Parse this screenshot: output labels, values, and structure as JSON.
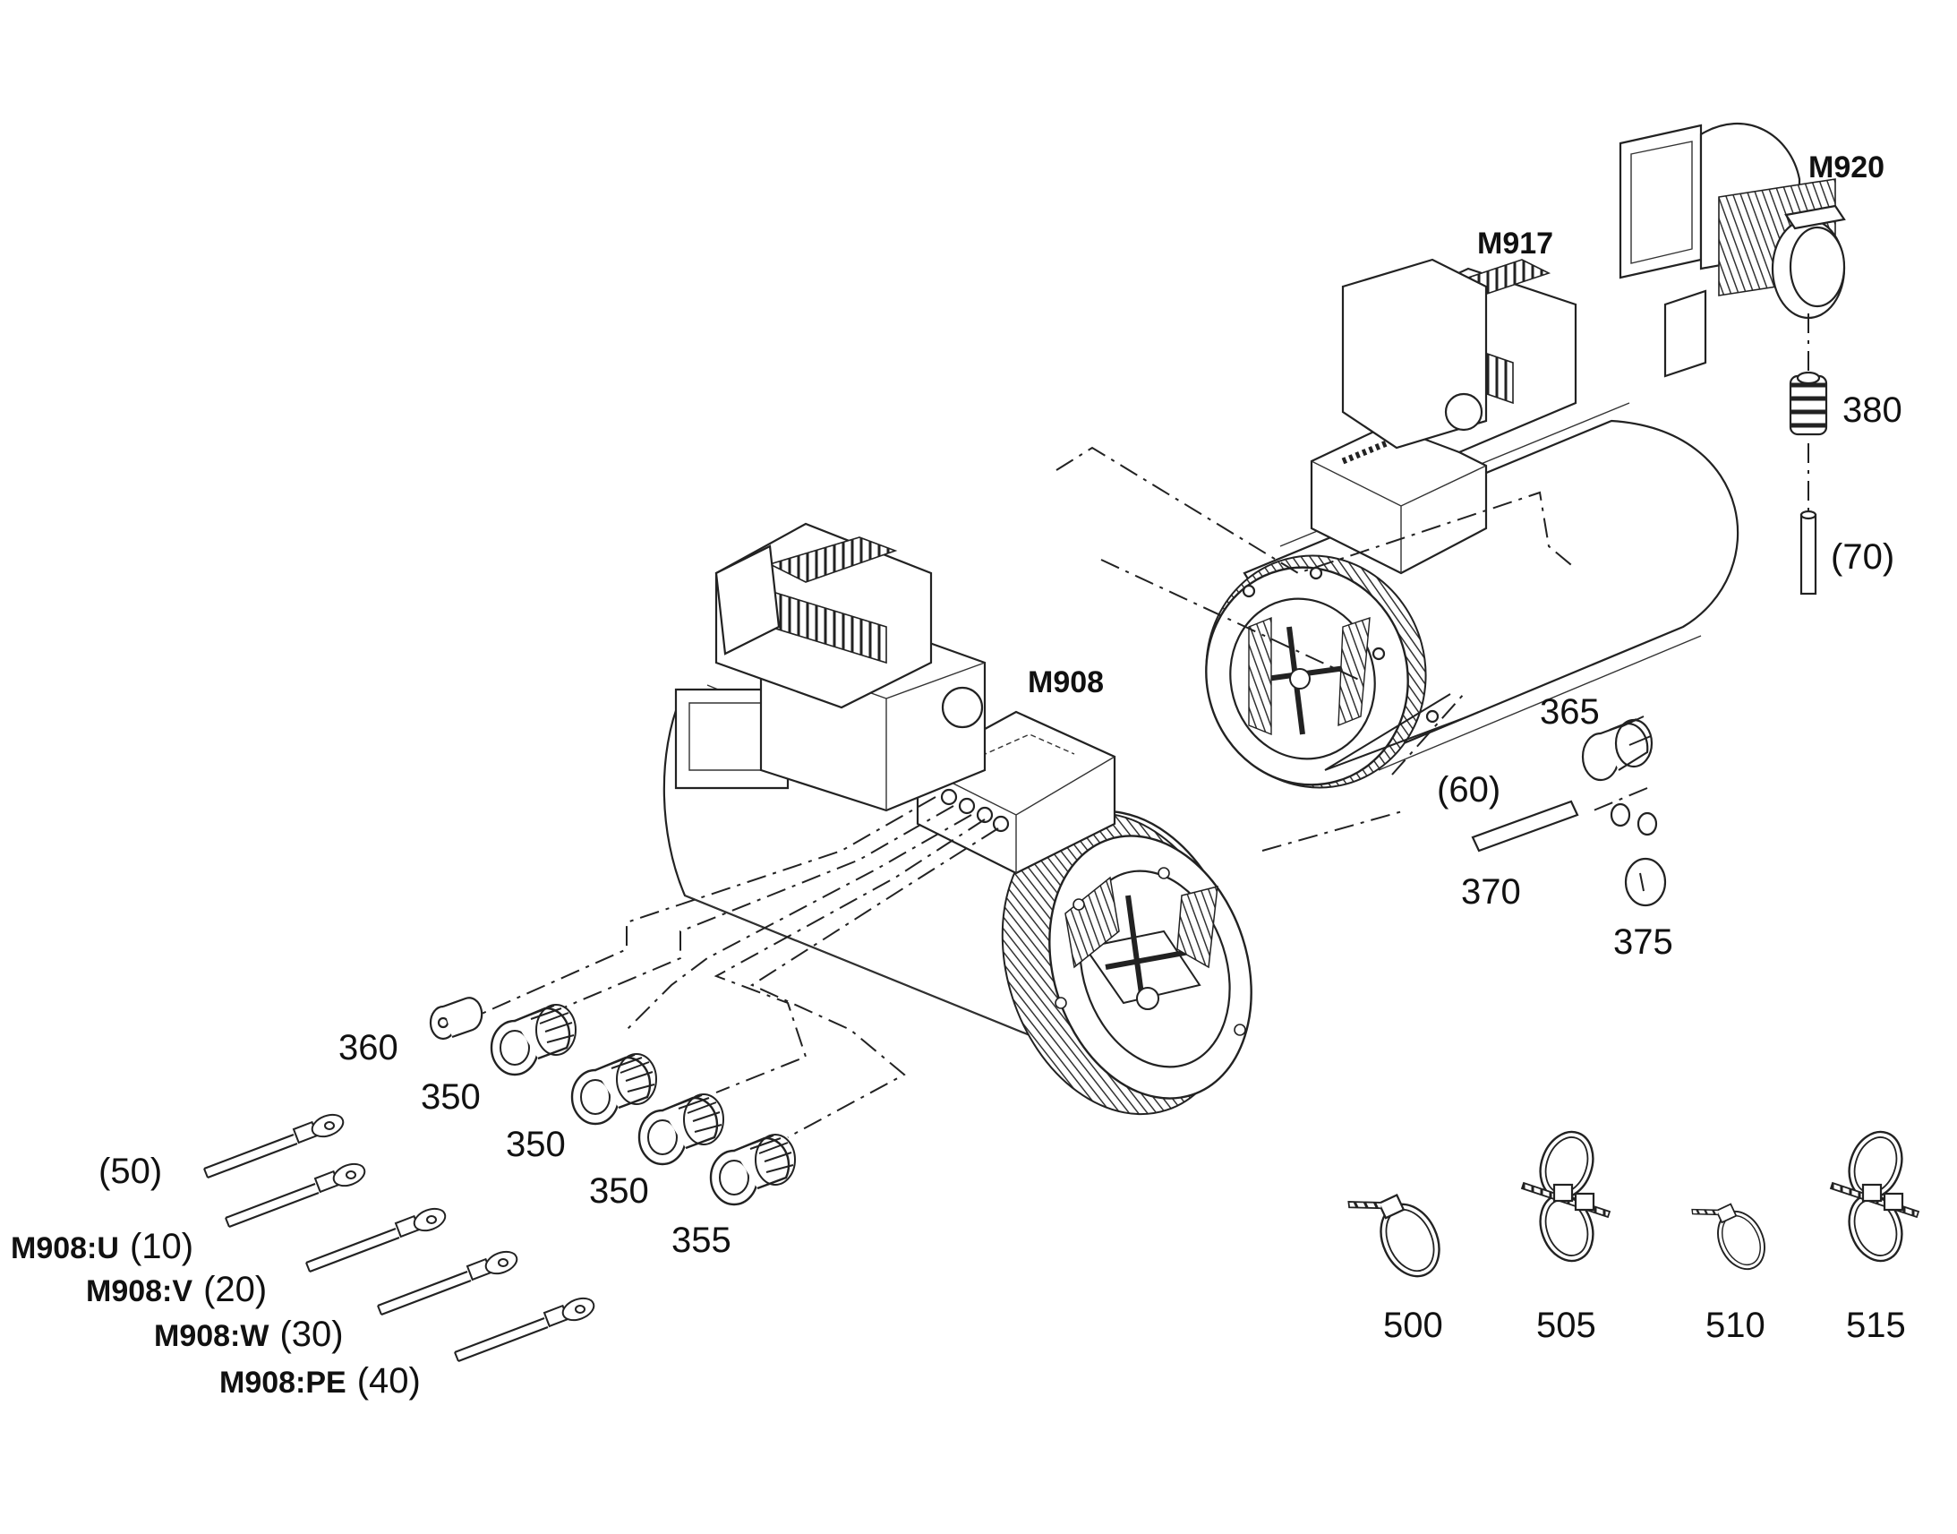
{
  "units": {
    "m908": "M908",
    "m917": "M917",
    "m920": "M920"
  },
  "callouts": {
    "p60": "(60)",
    "p70": "(70)",
    "p50": "(50)",
    "p350a": "350",
    "p350b": "350",
    "p350c": "350",
    "p355": "355",
    "p360": "360",
    "p365": "365",
    "p370": "370",
    "p375": "375",
    "p380": "380",
    "p500": "500",
    "p505": "505",
    "p510": "510",
    "p515": "515"
  },
  "cables": [
    {
      "tag": "M908:U",
      "pos": "(10)"
    },
    {
      "tag": "M908:V",
      "pos": "(20)"
    },
    {
      "tag": "M908:W",
      "pos": "(30)"
    },
    {
      "tag": "M908:PE",
      "pos": "(40)"
    }
  ],
  "colors": {
    "line": "#222222",
    "background": "#ffffff"
  }
}
